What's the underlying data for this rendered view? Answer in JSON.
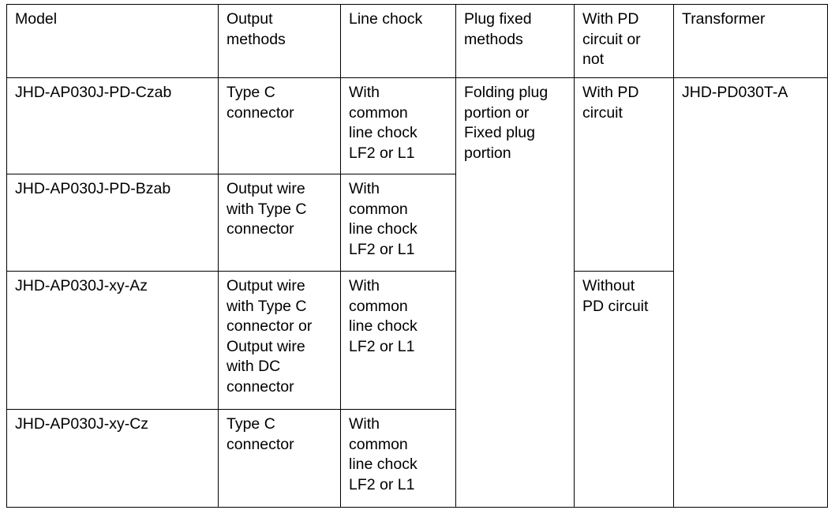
{
  "table": {
    "columns": [
      {
        "key": "model",
        "header": "Model"
      },
      {
        "key": "output_methods",
        "header": "Output\nmethods"
      },
      {
        "key": "line_chock",
        "header": "Line chock"
      },
      {
        "key": "plug_fixed_methods",
        "header": "Plug fixed\nmethods"
      },
      {
        "key": "pd_circuit",
        "header": "With PD\ncircuit or\nnot"
      },
      {
        "key": "transformer",
        "header": "Transformer"
      }
    ],
    "rows": [
      {
        "model": "JHD-AP030J-PD-Czab",
        "output_methods": "Type C\nconnector",
        "line_chock": "With\ncommon\nline chock\nLF2 or L1",
        "plug_fixed_methods": "Folding plug\nportion or\nFixed plug\nportion",
        "pd_circuit": "With PD\ncircuit",
        "transformer": "JHD-PD030T-A"
      },
      {
        "model": "JHD-AP030J-PD-Bzab",
        "output_methods": "Output wire\nwith Type C\nconnector",
        "line_chock": "With\ncommon\nline chock\nLF2 or L1",
        "plug_fixed_methods": "",
        "pd_circuit": "",
        "transformer": ""
      },
      {
        "model": "JHD-AP030J-xy-Az",
        "output_methods": "Output wire\nwith Type C\nconnector or\nOutput wire\nwith DC\nconnector",
        "line_chock": "With\ncommon\nline chock\nLF2 or L1",
        "plug_fixed_methods": "",
        "pd_circuit": "Without\nPD circuit",
        "transformer": ""
      },
      {
        "model": "JHD-AP030J-xy-Cz",
        "output_methods": "Type C\nconnector",
        "line_chock": "With\ncommon\nline chock\nLF2 or L1",
        "plug_fixed_methods": "",
        "pd_circuit": "",
        "transformer": ""
      }
    ]
  },
  "colors": {
    "border": "#000000",
    "text": "#000000",
    "background": "#ffffff"
  }
}
